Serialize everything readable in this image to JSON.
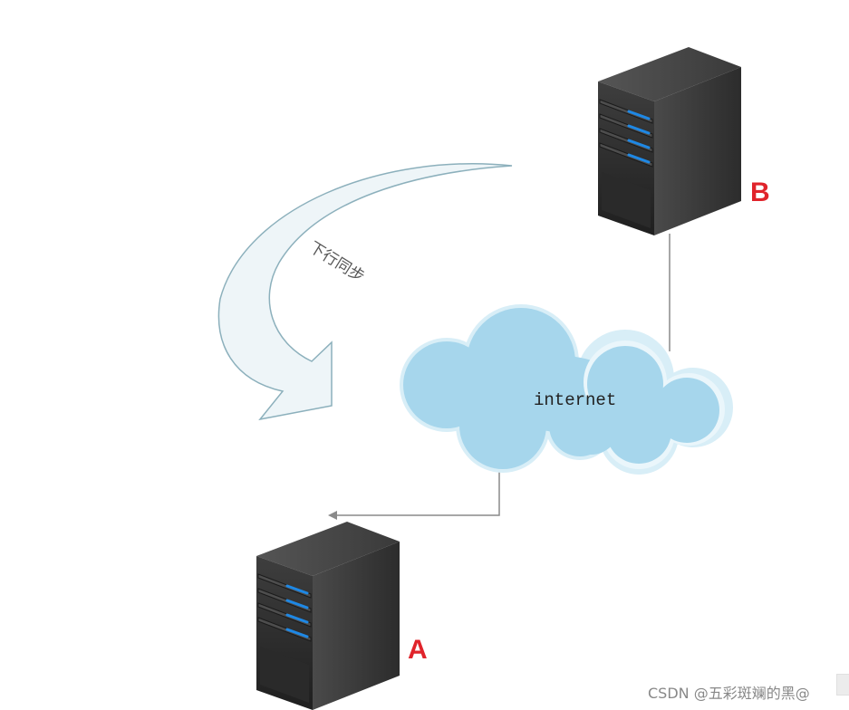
{
  "diagram": {
    "server_b": {
      "label": "B",
      "icon": "server-tower-icon"
    },
    "server_a": {
      "label": "A",
      "icon": "server-tower-icon"
    },
    "cloud": {
      "label": "internet",
      "icon": "cloud-icon"
    },
    "sync_arrow": {
      "label": "下行同步"
    }
  },
  "watermark": "CSDN @五彩斑斓的黑@",
  "colors": {
    "server_body": "#333333",
    "server_led": "#1e88e5",
    "cloud_fill": "#a6d6ec",
    "label_red": "#e0242b",
    "arrow_fill": "#eef5f8",
    "arrow_stroke": "#8cb0bc",
    "connector": "#8a8a8a"
  }
}
